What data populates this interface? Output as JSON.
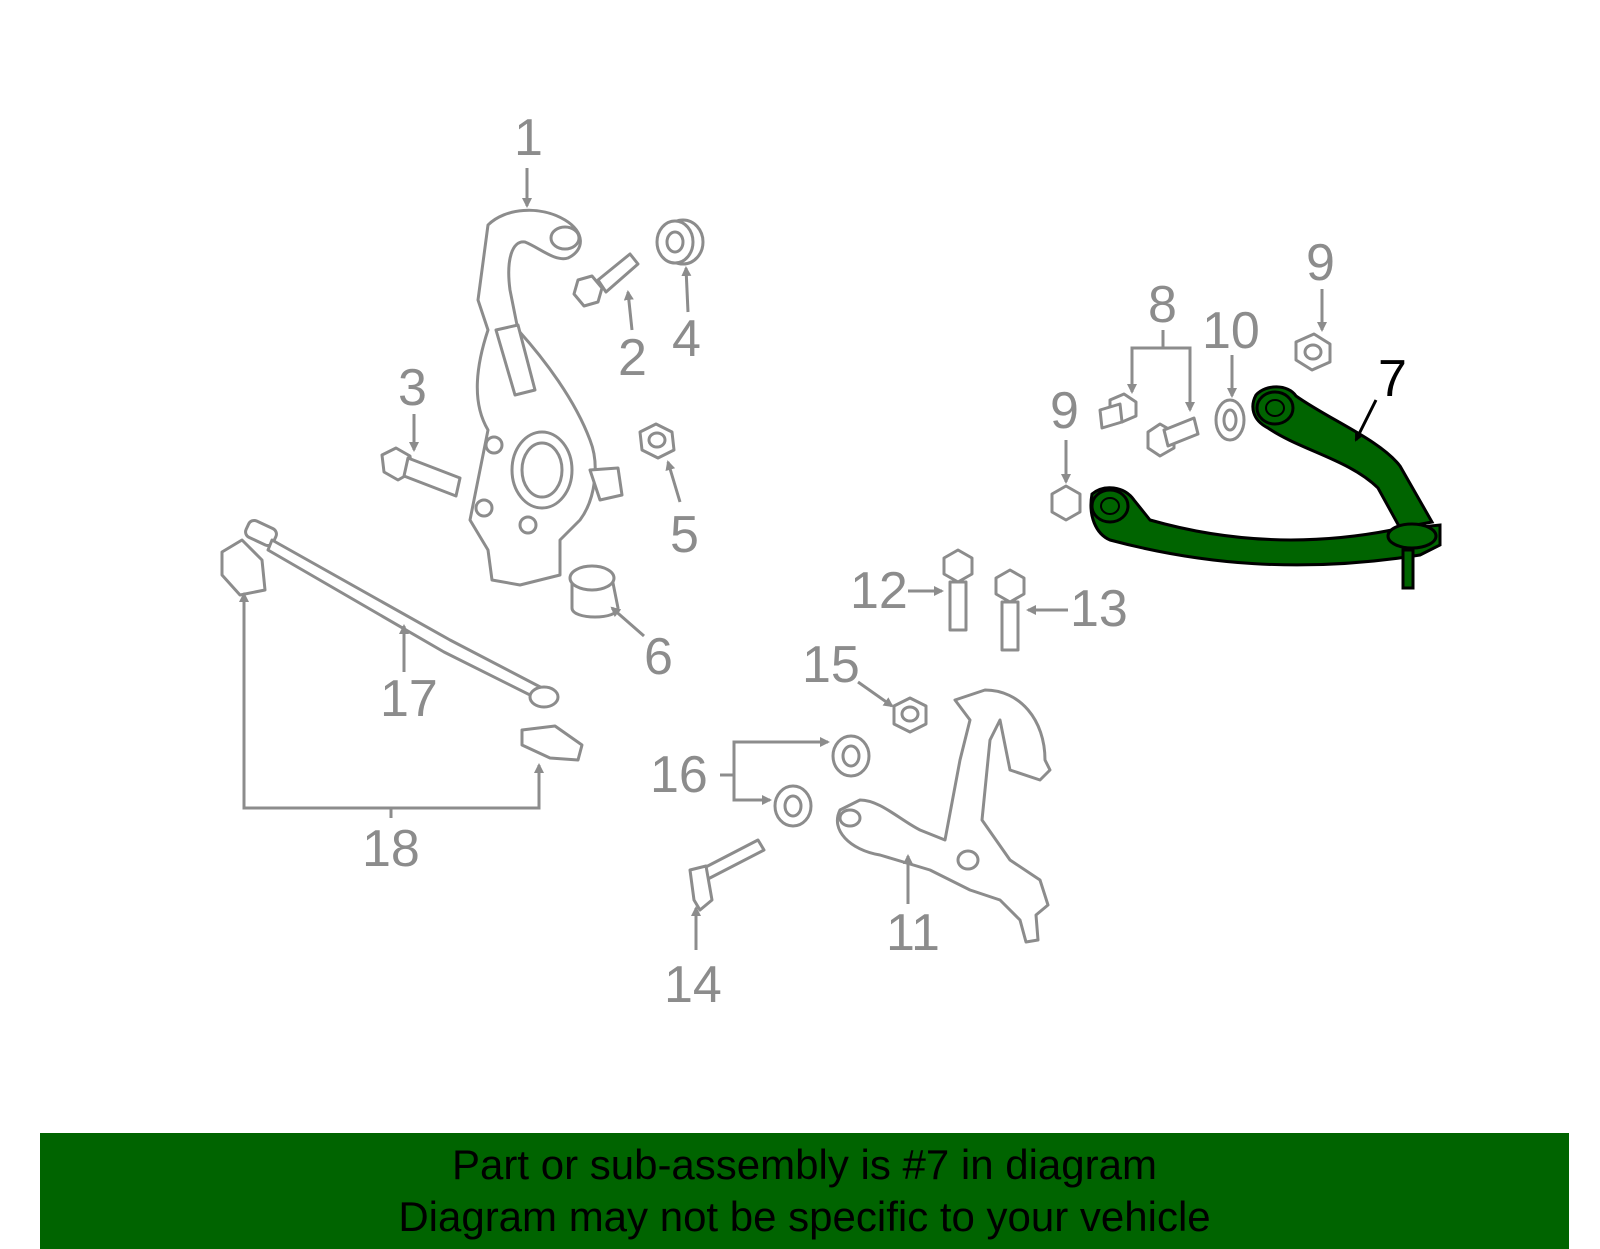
{
  "diagram": {
    "highlighted_part": "7",
    "highlight_color": "#006400",
    "line_color": "#8c8c8c",
    "labels": {
      "l1": "1",
      "l2": "2",
      "l3": "3",
      "l4": "4",
      "l5": "5",
      "l6": "6",
      "l7": "7",
      "l8": "8",
      "l9a": "9",
      "l9b": "9",
      "l10": "10",
      "l11": "11",
      "l12": "12",
      "l13": "13",
      "l14": "14",
      "l15": "15",
      "l16": "16",
      "l17": "17",
      "l18": "18"
    }
  },
  "banner": {
    "line1": "Part or sub-assembly is #7 in diagram",
    "line2": "Diagram may not be specific to your vehicle",
    "background": "#006400"
  }
}
